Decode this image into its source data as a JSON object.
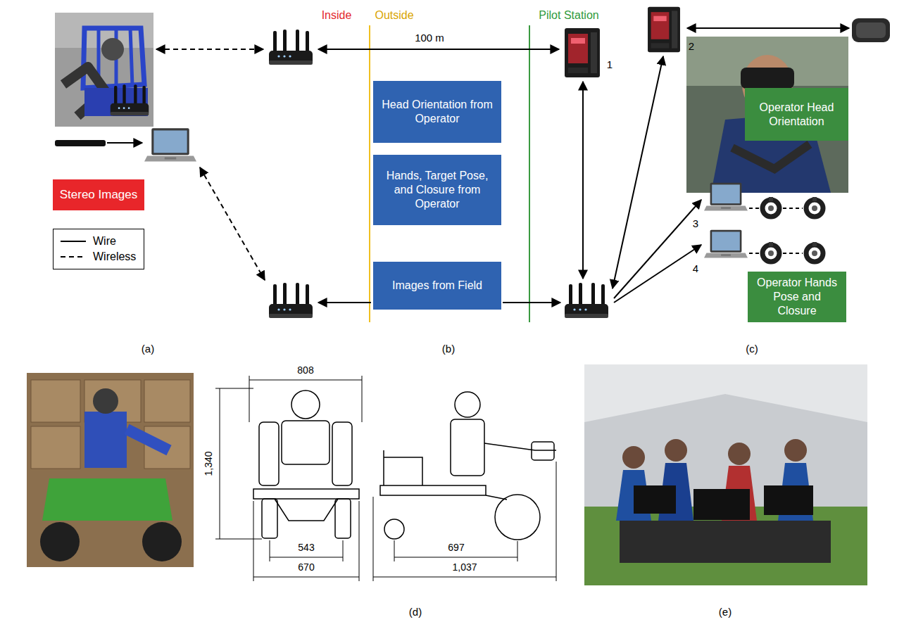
{
  "diagram": {
    "nodes": [
      {
        "text": [
          "Stereo Images"
        ]
      },
      {
        "text": [
          "Head Orientation from Operator"
        ]
      },
      {
        "text": [
          "Hands, Target Pose, and Closure from Operator"
        ]
      },
      {
        "text": [
          "Images from Field"
        ]
      },
      {
        "text": [
          "Operator Head Orientation"
        ]
      },
      {
        "text": [
          "Operator Hands Pose and Closure"
        ]
      }
    ],
    "labels": [
      "Inside",
      "Outside",
      "Pilot Station",
      "100 m",
      "1",
      "2",
      "3",
      "4",
      "(a)",
      "(b)",
      "(c)",
      "808",
      "1,340",
      "543",
      "670",
      "697",
      "1,037",
      "(d)",
      "(e)"
    ],
    "legend": [
      {
        "text": "Wire"
      },
      {
        "text": "Wireless"
      }
    ]
  }
}
